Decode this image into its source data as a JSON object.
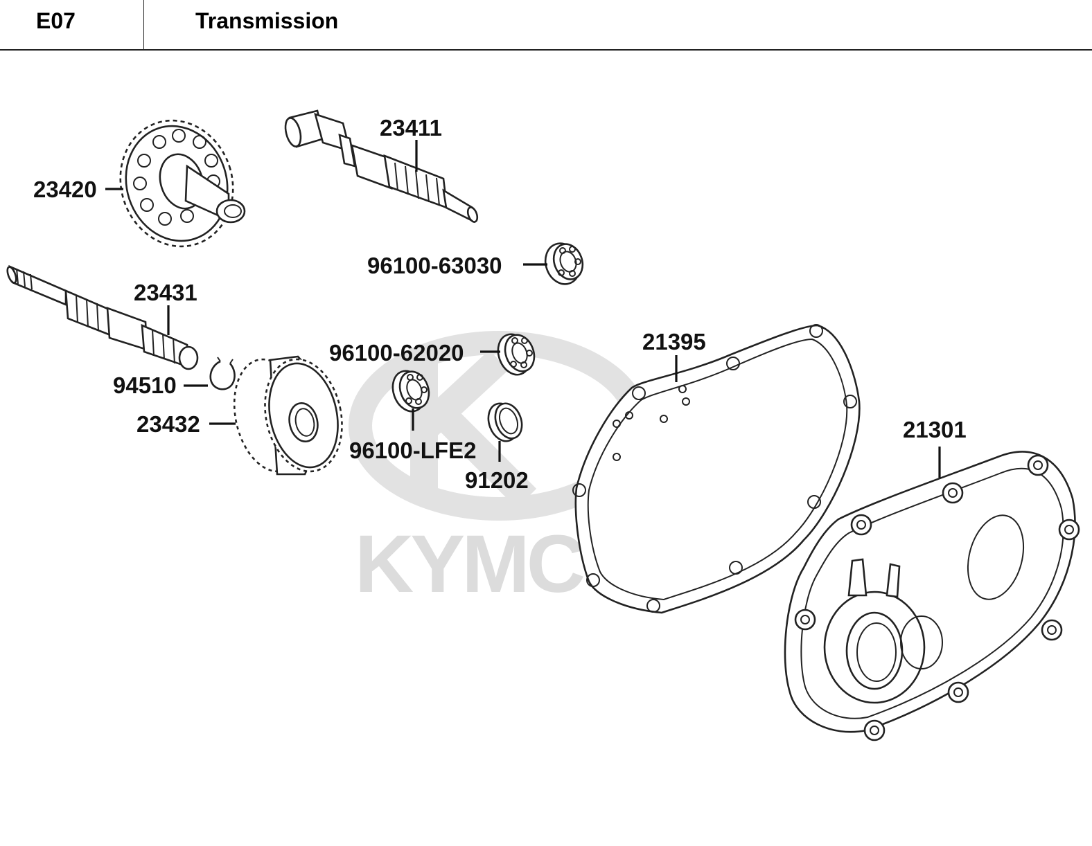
{
  "header": {
    "code": "E07",
    "title": "Transmission"
  },
  "watermark": {
    "text": "KYMCO",
    "color": "#dcdcdc"
  },
  "parts": [
    {
      "id": "p23420",
      "label": "23420",
      "name": "drive gear with shaft"
    },
    {
      "id": "p23411",
      "label": "23411",
      "name": "drive shaft"
    },
    {
      "id": "p96100_63030",
      "label": "96100-63030",
      "name": "ball bearing"
    },
    {
      "id": "p23431",
      "label": "23431",
      "name": "final shaft"
    },
    {
      "id": "p94510",
      "label": "94510",
      "name": "circlip"
    },
    {
      "id": "p23432",
      "label": "23432",
      "name": "final gear"
    },
    {
      "id": "p96100_62020",
      "label": "96100-62020",
      "name": "ball bearing"
    },
    {
      "id": "p96100_LFE2",
      "label": "96100-LFE2",
      "name": "ball bearing"
    },
    {
      "id": "p91202",
      "label": "91202",
      "name": "oil seal"
    },
    {
      "id": "p21395",
      "label": "21395",
      "name": "gasket"
    },
    {
      "id": "p21301",
      "label": "21301",
      "name": "transmission cover"
    }
  ]
}
